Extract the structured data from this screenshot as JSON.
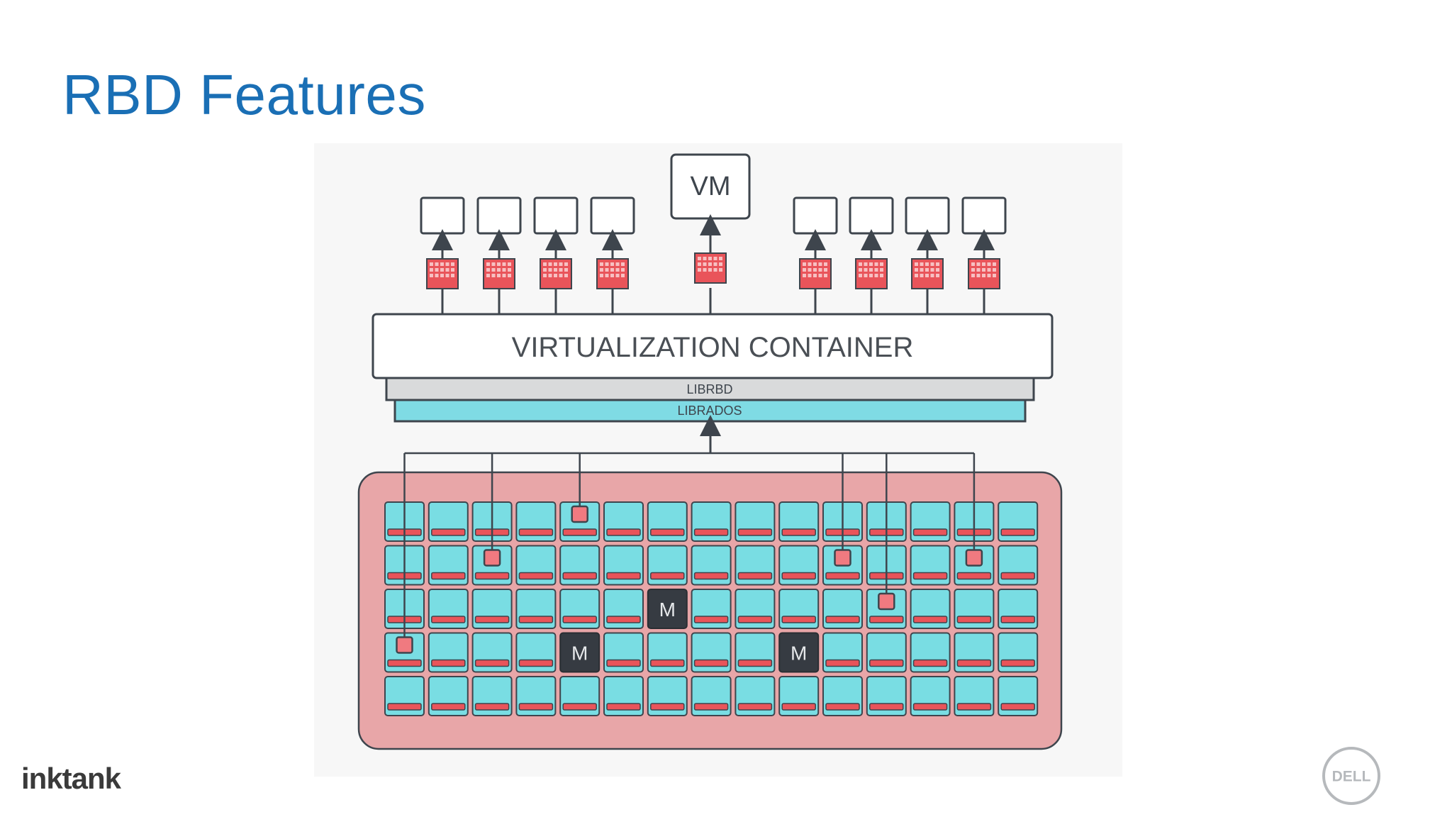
{
  "slide": {
    "title": "RBD Features"
  },
  "diagram": {
    "vm_label": "VM",
    "container_label": "VIRTUALIZATION CONTAINER",
    "librbd_label": "LIBRBD",
    "librados_label": "LIBRADOS",
    "monitor_label": "M",
    "cluster_rows": 5,
    "cluster_cols": 15,
    "monitors": [
      [
        2,
        6
      ],
      [
        3,
        4
      ],
      [
        3,
        9
      ]
    ],
    "objects": [
      [
        0,
        4
      ],
      [
        1,
        2
      ],
      [
        1,
        10
      ],
      [
        1,
        13
      ],
      [
        2,
        11
      ],
      [
        3,
        0
      ]
    ],
    "disk_count_left": 4,
    "disk_count_right": 4
  },
  "branding": {
    "left_logo": "inktank",
    "right_logo": "DELL"
  },
  "colors": {
    "title": "#1a6fb5",
    "cluster_bg": "#e8a6a8",
    "node": "#79dde3",
    "node_bar": "#e9545a",
    "object": "#f07a80",
    "monitor": "#363b42",
    "librados": "#7fdbe4",
    "librbd": "#d9dadb"
  }
}
